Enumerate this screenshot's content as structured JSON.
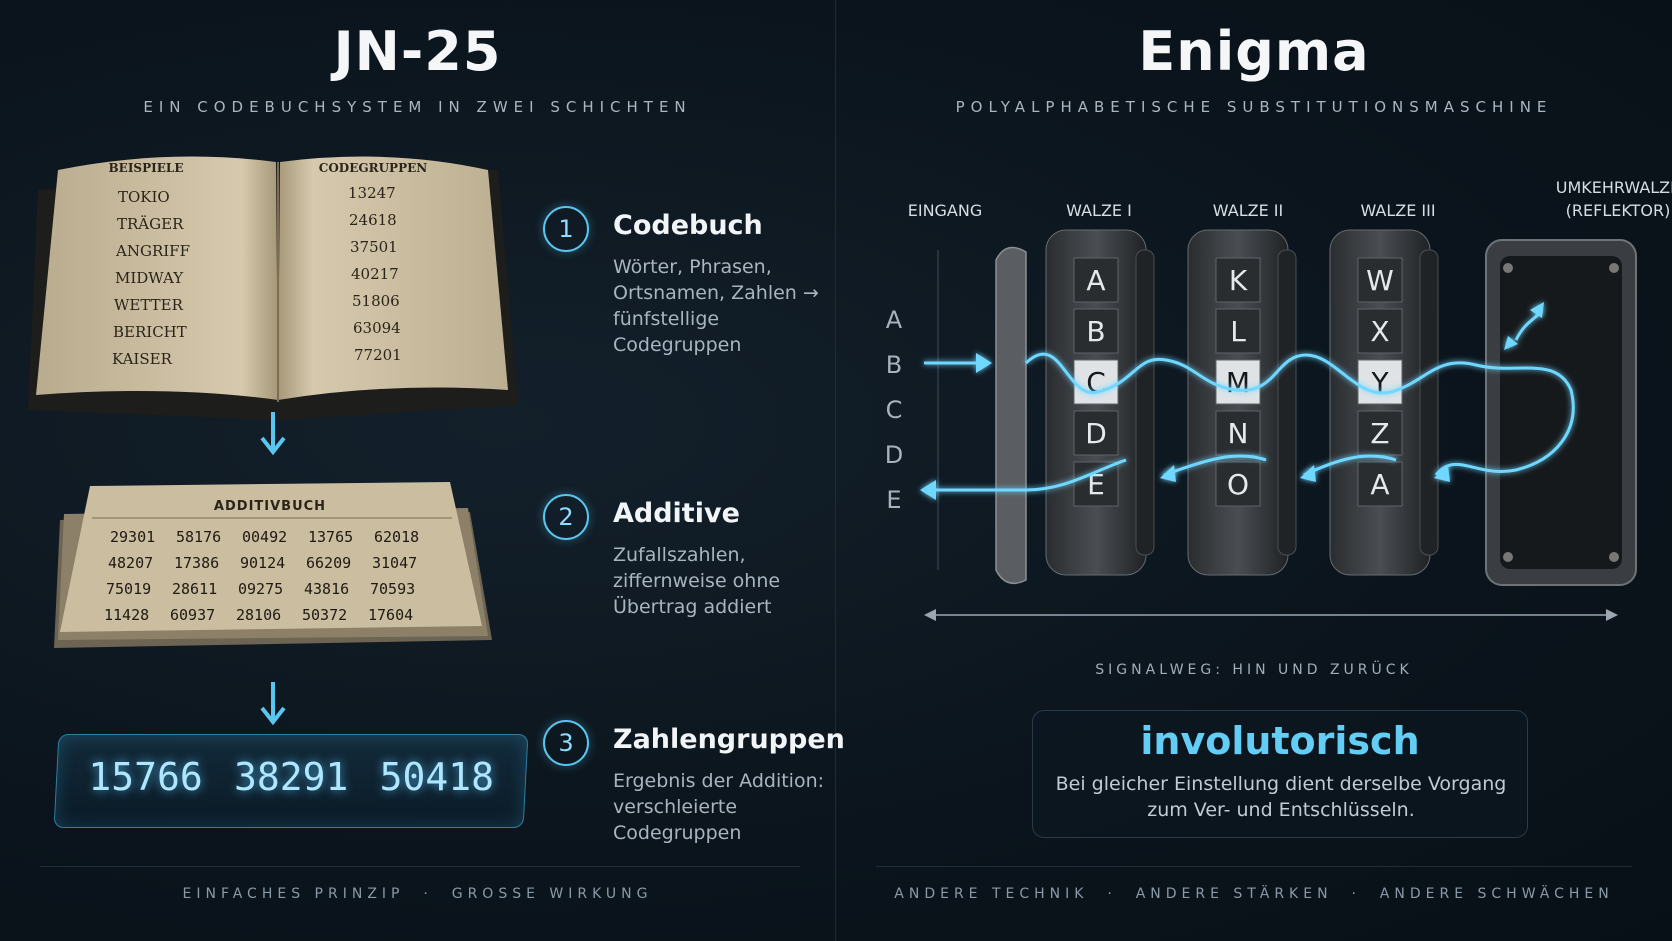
{
  "left": {
    "title": "JN-25",
    "subtitle": "EIN CODEBUCHSYSTEM IN ZWEI SCHICHTEN",
    "codebook": {
      "header_left": "BEISPIELE",
      "header_right": "CODEGRUPPEN",
      "words": [
        "TOKIO",
        "TRÄGER",
        "ANGRIFF",
        "MIDWAY",
        "WETTER",
        "BERICHT",
        "KAISER"
      ],
      "codes": [
        "13247",
        "24618",
        "37501",
        "40217",
        "51806",
        "63094",
        "77201"
      ]
    },
    "additiv": {
      "title": "ADDITIVBUCH",
      "rows": [
        [
          "29301",
          "58176",
          "00492",
          "13765",
          "62018"
        ],
        [
          "48207",
          "17386",
          "90124",
          "66209",
          "31047"
        ],
        [
          "75019",
          "28611",
          "09275",
          "43816",
          "70593"
        ],
        [
          "11428",
          "60937",
          "28106",
          "50372",
          "17604"
        ]
      ]
    },
    "result": [
      "15766",
      "38291",
      "50418"
    ],
    "steps": [
      {
        "num": "1",
        "title": "Codebuch",
        "text": "Wörter, Phrasen, Ortsnamen, Zahlen → fünfstellige Codegruppen"
      },
      {
        "num": "2",
        "title": "Additive",
        "text": "Zufallszahlen, ziffernweise ohne Übertrag addiert"
      },
      {
        "num": "3",
        "title": "Zahlengruppen",
        "text": "Ergebnis der Addition: verschleierte Codegruppen"
      }
    ],
    "footer": "EINFACHES PRINZIP  ·  GROSSE WIRKUNG"
  },
  "right": {
    "title": "Enigma",
    "subtitle": "POLYALPHABETISCHE SUBSTITUTIONSMASCHINE",
    "labels": {
      "eingang": "EINGANG",
      "walze1": "WALZE I",
      "walze2": "WALZE II",
      "walze3": "WALZE III",
      "umkehr1": "UMKEHRWALZE",
      "umkehr2": "(REFLEKTOR)"
    },
    "input_letters": [
      "A",
      "B",
      "C",
      "D",
      "E"
    ],
    "rotor1": [
      "A",
      "B",
      "C",
      "D",
      "E"
    ],
    "rotor2": [
      "K",
      "L",
      "M",
      "N",
      "O"
    ],
    "rotor3": [
      "W",
      "X",
      "Y",
      "Z",
      "A"
    ],
    "signal_label": "SIGNALWEG: HIN UND ZURÜCK",
    "invo_title": "involutorisch",
    "invo_text": "Bei gleicher Einstellung dient derselbe Vorgang zum Ver- und Entschlüsseln.",
    "footer": "ANDERE TECHNIK  ·  ANDERE STÄRKEN  ·  ANDERE SCHWÄCHEN"
  },
  "colors": {
    "accent": "#59c6ef",
    "background": "#0b141c",
    "paper": "#d9ccb0"
  }
}
